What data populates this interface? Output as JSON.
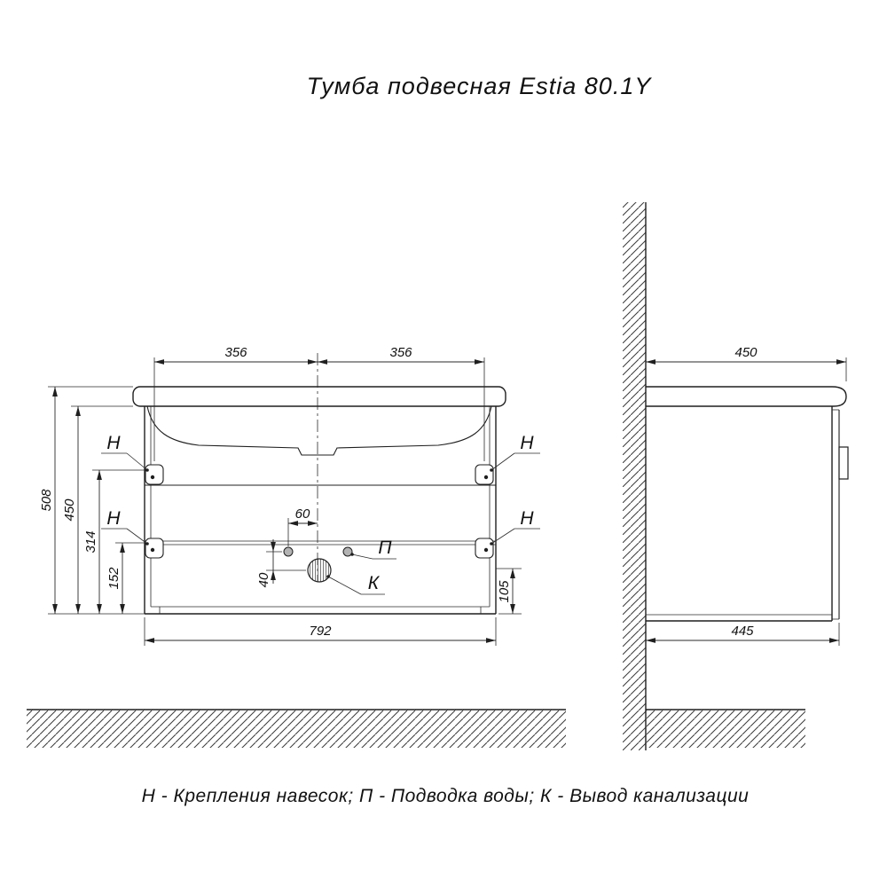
{
  "ink": "#1f1f1f",
  "title": "Тумба подвесная Estia 80.1Y",
  "legend": "Н - Крепления навесок; П - Подводка воды; К - Вывод канализации",
  "front": {
    "dim_top_left": "356",
    "dim_top_right": "356",
    "dim_width": "792",
    "dim_total_height": "508",
    "dim_cabinet_height": "450",
    "dim_lower_mount": "314",
    "dim_bottom_mount": "152",
    "dim_drain_height": "105",
    "dim_water_offset": "60",
    "dim_drain_offset": "40",
    "label_h": "Н",
    "label_p": "П",
    "label_k": "К"
  },
  "side": {
    "dim_depth_top": "450",
    "dim_depth_bottom": "445"
  }
}
